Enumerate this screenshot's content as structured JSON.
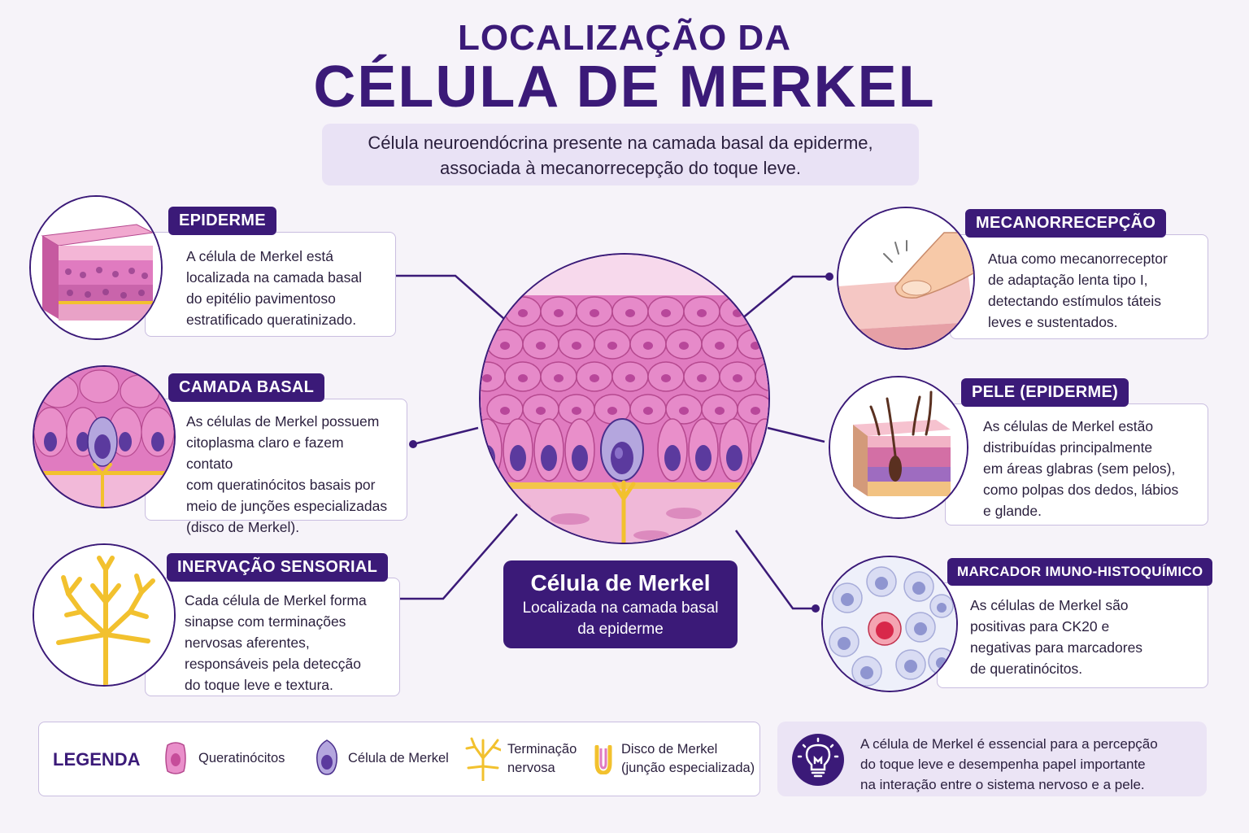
{
  "header": {
    "title_line1": "LOCALIZAÇÃO DA",
    "title_line2": "CÉLULA DE MERKEL",
    "subtitle_line1": "Célula neuroendócrina presente na camada basal da epiderme,",
    "subtitle_line2": "associada à mecanorrecepção do toque leve."
  },
  "center": {
    "title": "Célula de Merkel",
    "subtitle_line1": "Localizada na camada basal",
    "subtitle_line2": "da epiderme"
  },
  "panels": {
    "epiderme": {
      "tag": "EPIDERME",
      "lines": [
        "A célula de Merkel está",
        "localizada na camada basal",
        "do epitélio pavimentoso",
        "estratificado queratinizado."
      ]
    },
    "camada_basal": {
      "tag": "CAMADA BASAL",
      "lines": [
        "As células de Merkel possuem",
        "citoplasma claro e fazem contato",
        "com queratinócitos basais por",
        "meio de junções especializadas",
        "(disco de Merkel)."
      ]
    },
    "inervacao": {
      "tag": "INERVAÇÃO SENSORIAL",
      "lines": [
        "Cada célula de Merkel forma",
        "sinapse com terminações",
        "nervosas aferentes,",
        "responsáveis pela detecção",
        "do toque leve e textura."
      ]
    },
    "mecanorrecepcao": {
      "tag": "MECANORRECEPÇÃO",
      "lines": [
        "Atua como mecanorreceptor",
        "de adaptação lenta tipo I,",
        "detectando estímulos táteis",
        "leves e sustentados."
      ]
    },
    "pele": {
      "tag": "PELE (EPIDERME)",
      "lines": [
        "As células de Merkel estão",
        "distribuídas principalmente",
        "em áreas glabras (sem pelos),",
        "como polpas dos dedos, lábios",
        "e glande."
      ]
    },
    "marcador": {
      "tag": "MARCADOR IMUNO-HISTOQUÍMICO",
      "lines": [
        "As células de Merkel são",
        "positivas para CK20 e",
        "negativas para marcadores",
        "de queratinócitos."
      ]
    }
  },
  "legend": {
    "title": "LEGENDA",
    "items": [
      {
        "label_line1": "Queratinócitos",
        "label_line2": "",
        "icon": "keratinocyte-icon"
      },
      {
        "label_line1": "Célula de Merkel",
        "label_line2": "",
        "icon": "merkel-cell-icon"
      },
      {
        "label_line1": "Terminação",
        "label_line2": "nervosa",
        "icon": "nerve-ending-icon"
      },
      {
        "label_line1": "Disco de Merkel",
        "label_line2": "(junção especializada)",
        "icon": "merkel-disc-icon"
      }
    ]
  },
  "note": {
    "icon": "lightbulb-icon",
    "lines": [
      "A célula de Merkel é essencial para a percepção",
      "do toque leve e desempenha papel importante",
      "na interação entre o sistema nervoso e a pele."
    ]
  },
  "colors": {
    "primary": "#3b1a78",
    "tissue_pink": "#e07bc0",
    "merkel_purple": "#8f7ac8",
    "nerve_yellow": "#f2c12e",
    "ck20_red": "#d8284a"
  }
}
